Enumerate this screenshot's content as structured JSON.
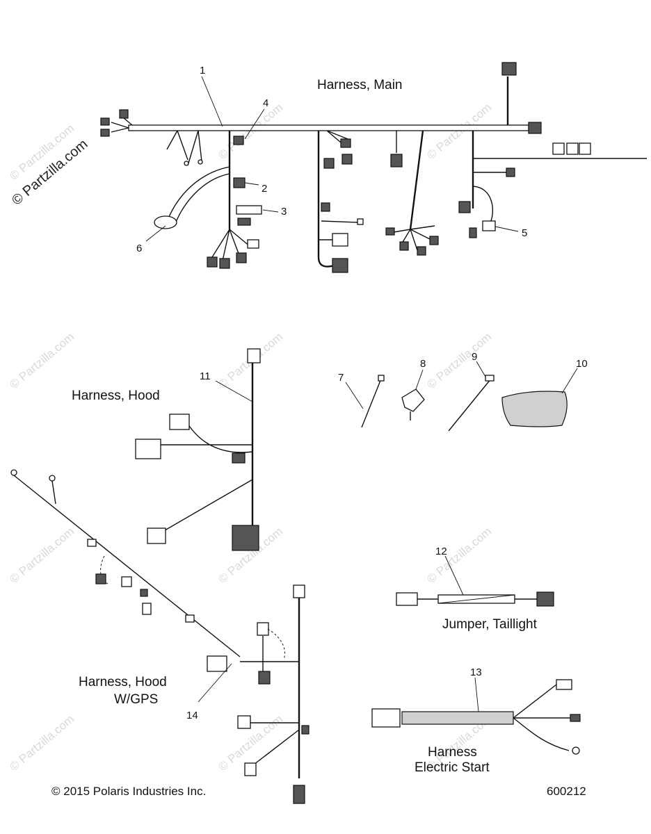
{
  "watermark": {
    "main": "© Partzilla.com",
    "repeat": "© Partzilla.com"
  },
  "titles": {
    "harness_main": "Harness, Main",
    "harness_hood": "Harness, Hood",
    "jumper_taillight": "Jumper, Taillight",
    "harness_hood_gps_1": "Harness, Hood",
    "harness_hood_gps_2": "W/GPS",
    "electric_start_1": "Harness",
    "electric_start_2": "Electric Start"
  },
  "callouts": [
    "1",
    "2",
    "3",
    "4",
    "5",
    "6",
    "7",
    "8",
    "9",
    "10",
    "11",
    "12",
    "13",
    "14"
  ],
  "footer": {
    "copyright": "© 2015 Polaris Industries Inc.",
    "diagram_number": "600212"
  }
}
